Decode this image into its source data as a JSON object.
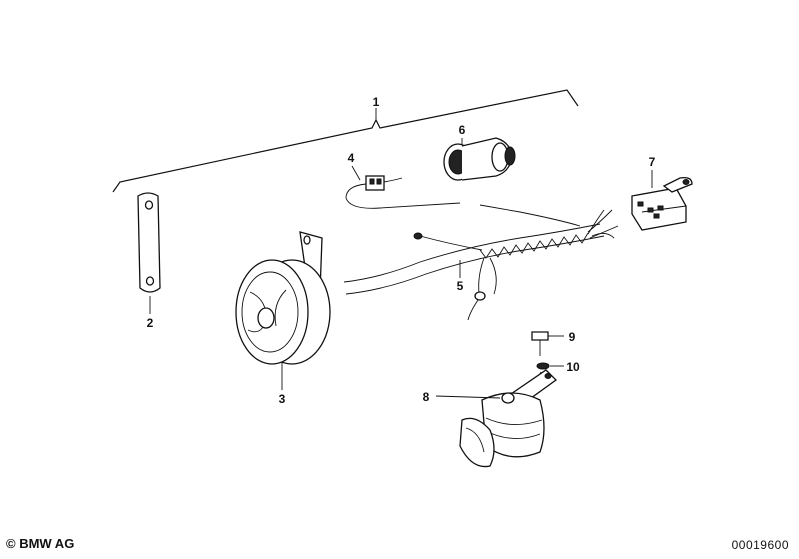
{
  "diagram": {
    "callouts": [
      {
        "id": "1",
        "label": "1"
      },
      {
        "id": "2",
        "label": "2"
      },
      {
        "id": "3",
        "label": "3"
      },
      {
        "id": "4",
        "label": "4"
      },
      {
        "id": "5",
        "label": "5"
      },
      {
        "id": "6",
        "label": "6"
      },
      {
        "id": "7",
        "label": "7"
      },
      {
        "id": "8",
        "label": "8"
      },
      {
        "id": "9",
        "label": "9"
      },
      {
        "id": "10",
        "label": "10"
      }
    ]
  },
  "footer": {
    "copyright": "© BMW AG",
    "diagram_number": "00019600"
  }
}
